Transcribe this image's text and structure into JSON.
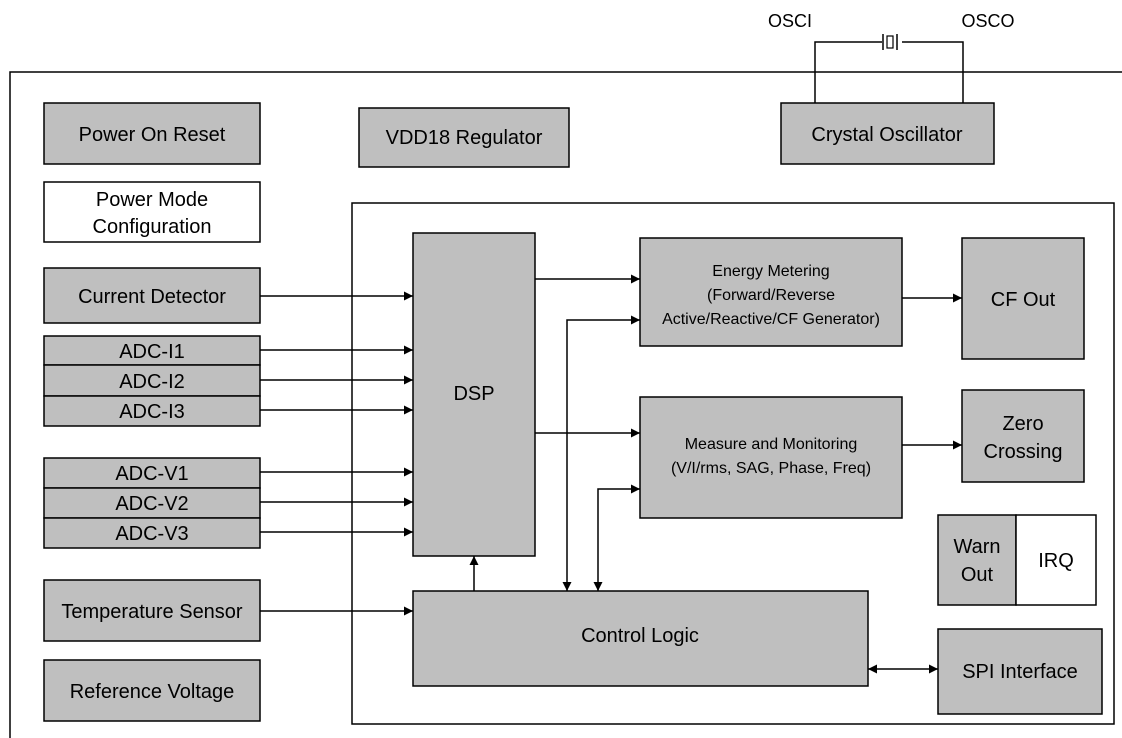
{
  "pins": {
    "osci": "OSCI",
    "osco": "OSCO"
  },
  "blocks": {
    "power_on_reset": "Power On Reset",
    "vdd18_regulator": "VDD18 Regulator",
    "crystal_oscillator": "Crystal Oscillator",
    "power_mode": [
      "Power Mode",
      "Configuration"
    ],
    "current_detector": "Current Detector",
    "adc_i": [
      "ADC-I1",
      "ADC-I2",
      "ADC-I3"
    ],
    "adc_v": [
      "ADC-V1",
      "ADC-V2",
      "ADC-V3"
    ],
    "temperature_sensor": "Temperature Sensor",
    "reference_voltage": "Reference Voltage",
    "dsp": "DSP",
    "energy_metering": [
      "Energy Metering",
      "(Forward/Reverse",
      "Active/Reactive/CF Generator)"
    ],
    "cf_out": "CF Out",
    "measure_monitoring": [
      "Measure and Monitoring",
      "(V/I/rms, SAG, Phase, Freq)"
    ],
    "zero_crossing": [
      "Zero",
      "Crossing"
    ],
    "warn_out": [
      "Warn",
      "Out"
    ],
    "irq": "IRQ",
    "control_logic": "Control Logic",
    "spi_interface": "SPI Interface"
  }
}
